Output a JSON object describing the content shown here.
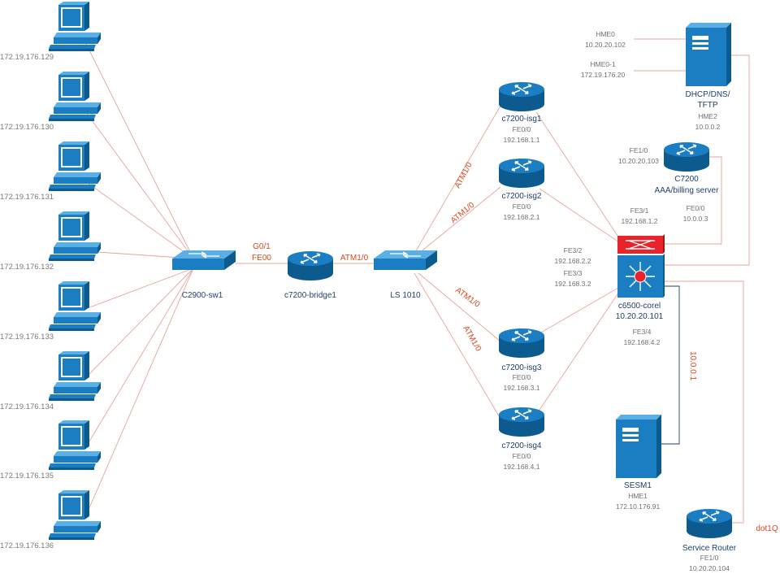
{
  "colors": {
    "device_blue": "#1b7ec2",
    "device_dark": "#0d5a8e",
    "link_red": "#e7a39a",
    "label_red": "#d9481c",
    "label_blue": "#1f3f6b",
    "label_grey": "#707070",
    "l3_top_red": "#e8242a"
  },
  "workstations": [
    {
      "ip": "172.19.176.129",
      "icon": "workstation-icon"
    },
    {
      "ip": "172.19.176.130",
      "icon": "workstation-icon"
    },
    {
      "ip": "172.19.176.131",
      "icon": "workstation-icon"
    },
    {
      "ip": "172.19.176.132",
      "icon": "workstation-icon"
    },
    {
      "ip": "172.19.176.133",
      "icon": "workstation-icon"
    },
    {
      "ip": "172.19.176.134",
      "icon": "workstation-icon"
    },
    {
      "ip": "172.19.176.135",
      "icon": "workstation-icon"
    },
    {
      "ip": "172.19.176.136",
      "icon": "workstation-icon"
    }
  ],
  "switch_sw1": {
    "name": "C2900-sw1",
    "icon": "workgroup-switch-icon"
  },
  "bridge": {
    "name": "c7200-bridge1",
    "iface_top": "G0/1",
    "iface_bottom": "FE00",
    "iface_right": "ATM1/0",
    "icon": "router-icon"
  },
  "ls1010": {
    "name": "LS 1010",
    "icon": "atm-switch-icon"
  },
  "atm_labels": [
    "ATM1/0",
    "ATM1/0",
    "ATM1/0",
    "ATM1/0"
  ],
  "isg_routers": [
    {
      "name": "c7200-isg1",
      "iface": "FE0/0",
      "ip": "192.168.1.1",
      "icon": "router-icon"
    },
    {
      "name": "c7200-isg2",
      "iface": "FE0/0",
      "ip": "192.168.2.1",
      "icon": "router-icon"
    },
    {
      "name": "c7200-isg3",
      "iface": "FE0/0",
      "ip": "192.168.3.1",
      "icon": "router-icon"
    },
    {
      "name": "c7200-isg4",
      "iface": "FE0/0",
      "ip": "192.168.4.1",
      "icon": "router-icon"
    }
  ],
  "dhcp_server": {
    "name_line1": "DHCP/DNS/",
    "name_line2": "TFTP",
    "iface": "HME2",
    "ip": "10.0.0.2",
    "hme0_label": "HME0",
    "hme0_ip": "10.20.20.102",
    "hme01_label": "HME0-1",
    "hme01_ip": "172.19.176.20",
    "icon": "server-icon"
  },
  "aaa_server": {
    "name_line1": "C7200",
    "name_line2": "AAA/billing server",
    "fe10_label": "FE1/0",
    "fe10_ip": "10.20.20.103",
    "fe00_label": "FE0/0",
    "fe00_ip": "10.0.0.3",
    "icon": "router-icon"
  },
  "core": {
    "name": "c6500-corel",
    "ip": "10.20.20.101",
    "fe31_label": "FE3/1",
    "fe31_ip": "192.168.1.2",
    "fe32_label": "FE3/2",
    "fe32_ip": "192.168.2.2",
    "fe33_label": "FE3/3",
    "fe33_ip": "192.168.3.2",
    "fe34_label": "FE3/4",
    "fe34_ip": "192.168.4.2",
    "icon": "multilayer-switch-icon"
  },
  "sesm": {
    "name": "SESM1",
    "iface": "HME1",
    "ip": "172.10.176.91",
    "icon": "server-icon"
  },
  "service_router": {
    "name": "Service Router",
    "iface": "FE1/0",
    "ip": "10.20.20.104",
    "icon": "router-icon"
  },
  "vlan_label": "10.0.0.1",
  "dot1q_label": "dot1Q"
}
